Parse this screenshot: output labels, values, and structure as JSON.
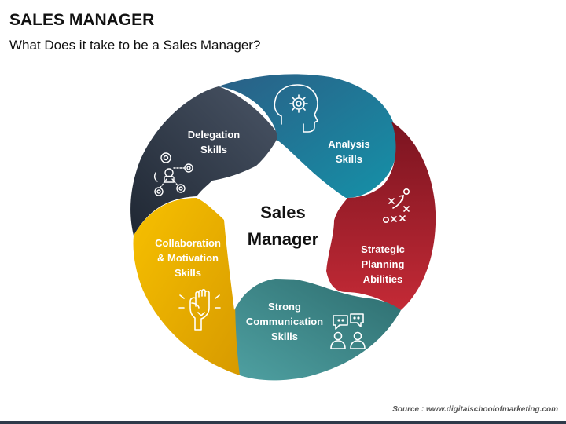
{
  "header": {
    "title": "SALES MANAGER",
    "subtitle": "What Does it take to be a Sales Manager?"
  },
  "diagram": {
    "center": [
      "Sales",
      "Manager"
    ],
    "segments": [
      {
        "id": "analysis",
        "lines": [
          "Analysis",
          "Skills"
        ],
        "icon": "head-gear-icon",
        "color": "#1e6f8a"
      },
      {
        "id": "strategic",
        "lines": [
          "Strategic",
          "Planning",
          "Abilities"
        ],
        "icon": "strategy-play-icon",
        "color": "#a01f2d"
      },
      {
        "id": "communication",
        "lines": [
          "Strong",
          "Communication",
          "Skills"
        ],
        "icon": "conversation-icon",
        "color": "#3e8e8f"
      },
      {
        "id": "collaboration",
        "lines": [
          "Collaboration",
          "& Motivation",
          "Skills"
        ],
        "icon": "raised-fist-icon",
        "color": "#f0b000"
      },
      {
        "id": "delegation",
        "lines": [
          "Delegation",
          "Skills"
        ],
        "icon": "delegation-targets-icon",
        "color": "#333f4f"
      }
    ]
  },
  "footer": {
    "source": "Source : www.digitalschoolofmarketing.com"
  }
}
